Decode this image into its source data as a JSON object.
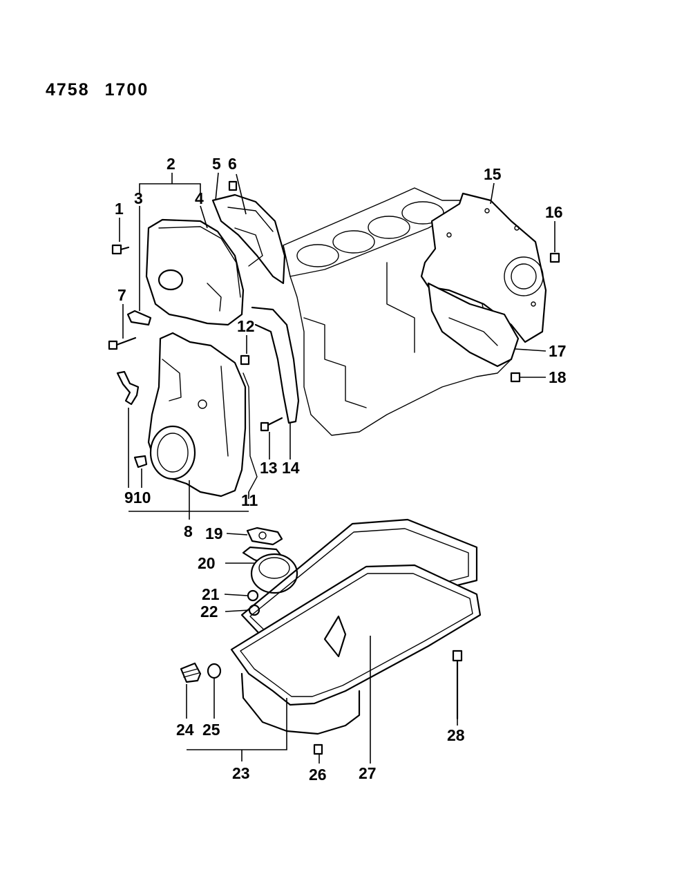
{
  "header": {
    "code_part1": "4758",
    "code_part2": "1700"
  },
  "callouts": {
    "c1": "1",
    "c2": "2",
    "c3": "3",
    "c4": "4",
    "c5": "5",
    "c6": "6",
    "c7": "7",
    "c8": "8",
    "c9_10": "910",
    "c11": "11",
    "c12": "12",
    "c13": "13",
    "c14": "14",
    "c15": "15",
    "c16": "16",
    "c17": "17",
    "c18": "18",
    "c19": "19",
    "c20": "20",
    "c21": "21",
    "c22": "22",
    "c23": "23",
    "c24": "24",
    "c25": "25",
    "c26": "26",
    "c27": "27",
    "c28": "28"
  }
}
